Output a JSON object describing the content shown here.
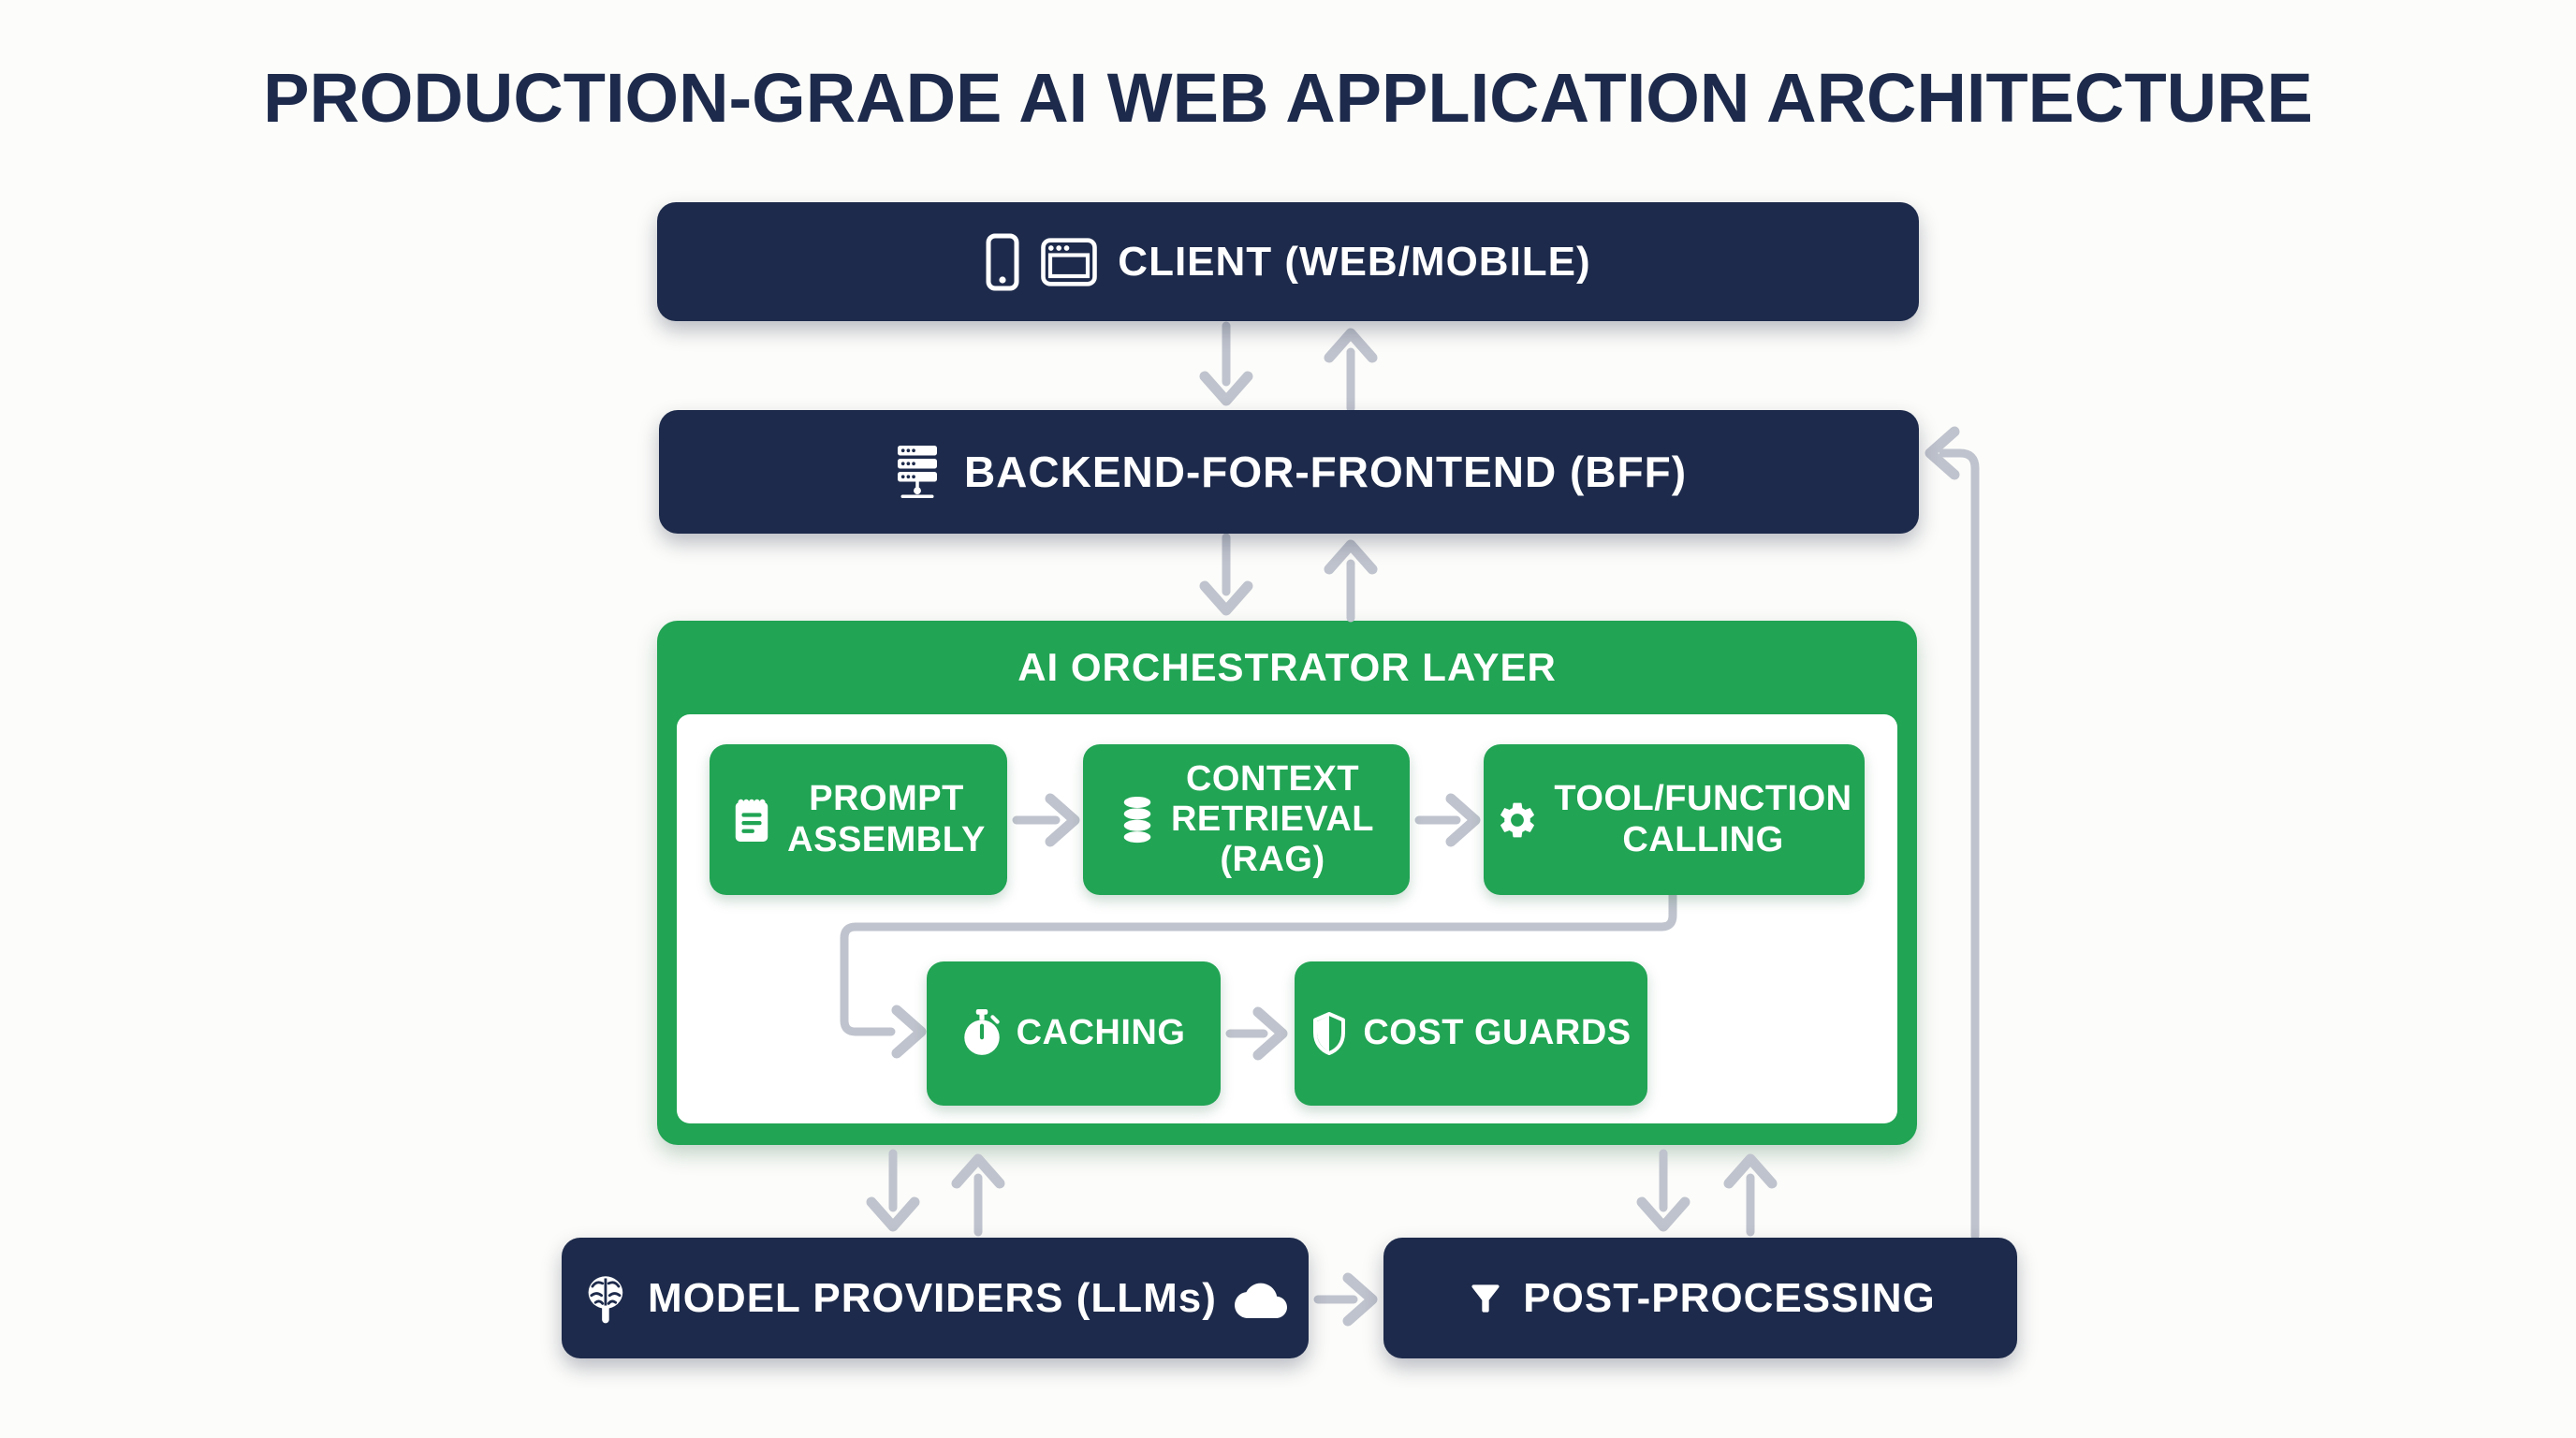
{
  "title": "PRODUCTION-GRADE AI WEB APPLICATION ARCHITECTURE",
  "colors": {
    "navy": "#1d2a4b",
    "green": "#21a454",
    "arrow": "#bfc3cd",
    "background": "#fcfcfa",
    "text_light": "#ffffff"
  },
  "nodes": {
    "client": {
      "label": "CLIENT (WEB/MOBILE)",
      "icons": [
        "smartphone-icon",
        "browser-window-icon"
      ]
    },
    "bff": {
      "label": "BACKEND-FOR-FRONTEND (BFF)",
      "icons": [
        "server-stack-icon"
      ]
    },
    "orchestrator": {
      "label": "AI ORCHESTRATOR LAYER"
    },
    "prompt_assembly": {
      "lines": [
        "PROMPT",
        "ASSEMBLY"
      ],
      "icon": "notepad-icon"
    },
    "context_retrieval": {
      "lines": [
        "CONTEXT",
        "RETRIEVAL",
        "(RAG)"
      ],
      "icon": "database-icon"
    },
    "tool_calling": {
      "lines": [
        "TOOL/FUNCTION",
        "CALLING"
      ],
      "icon": "gear-icon"
    },
    "caching": {
      "label": "CACHING",
      "icon": "stopwatch-icon"
    },
    "cost_guards": {
      "label": "COST GUARDS",
      "icon": "shield-icon"
    },
    "model_providers": {
      "label": "MODEL PROVIDERS (LLMs)",
      "icons": [
        "brain-icon",
        "cloud-icon"
      ]
    },
    "post_processing": {
      "label": "POST-PROCESSING",
      "icon": "funnel-icon"
    }
  },
  "edges": [
    {
      "from": "client",
      "to": "bff",
      "dir": "down"
    },
    {
      "from": "bff",
      "to": "client",
      "dir": "up"
    },
    {
      "from": "bff",
      "to": "orchestrator",
      "dir": "down"
    },
    {
      "from": "orchestrator",
      "to": "bff",
      "dir": "up"
    },
    {
      "from": "prompt_assembly",
      "to": "context_retrieval",
      "dir": "right"
    },
    {
      "from": "context_retrieval",
      "to": "tool_calling",
      "dir": "right"
    },
    {
      "from": "tool_calling",
      "to": "caching",
      "dir": "elbow-down-left"
    },
    {
      "from": "caching",
      "to": "cost_guards",
      "dir": "right"
    },
    {
      "from": "orchestrator",
      "to": "model_providers",
      "dir": "down"
    },
    {
      "from": "model_providers",
      "to": "orchestrator",
      "dir": "up"
    },
    {
      "from": "orchestrator",
      "to": "post_processing",
      "dir": "down"
    },
    {
      "from": "post_processing",
      "to": "orchestrator",
      "dir": "up"
    },
    {
      "from": "model_providers",
      "to": "post_processing",
      "dir": "right"
    },
    {
      "from": "post_processing",
      "to": "bff",
      "dir": "feedback-up-left"
    }
  ]
}
